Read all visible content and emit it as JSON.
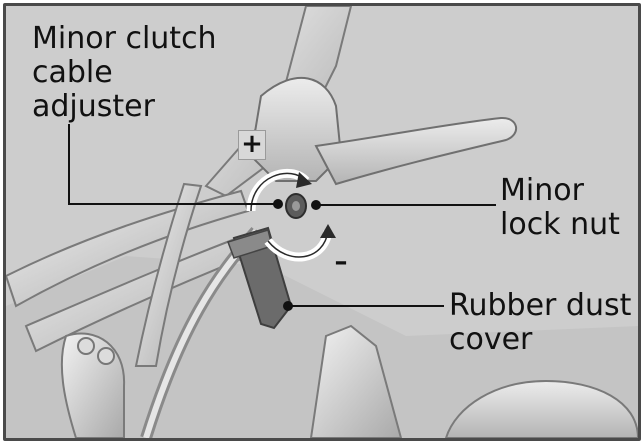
{
  "labels": {
    "clutch_adjuster": "Minor clutch\ncable\nadjuster",
    "lock_nut": "Minor\nlock nut",
    "dust_cover": "Rubber dust\ncover"
  },
  "signs": {
    "plus": "+",
    "minus": "–"
  },
  "colors": {
    "background": "#cfcfcf",
    "frame": "#4a4a4a",
    "part_light": "#e9e9e9",
    "part_dark": "#6a6a6a"
  }
}
